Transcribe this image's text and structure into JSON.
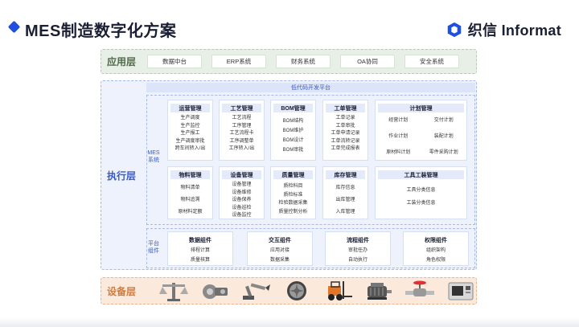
{
  "header": {
    "title": "MES制造数字化方案",
    "brand": "织信 Informat",
    "accent": "#1f4fe0"
  },
  "layers": {
    "app": {
      "label": "应用层",
      "items": [
        "数据中台",
        "ERP系统",
        "财务系统",
        "OA协同",
        "安全系统"
      ]
    },
    "exec": {
      "label": "执行层",
      "lowcode": "低代码开发平台",
      "mes_label": "MES系统",
      "platform_label": "平台组件",
      "mes_modules": [
        {
          "title": "运营管理",
          "items": [
            "生产调度",
            "生产监控",
            "生产报工",
            "生产调度审批",
            "跨车间转入/出"
          ]
        },
        {
          "title": "工艺管理",
          "items": [
            "工艺流程",
            "工序管理",
            "工艺流程卡",
            "工序调整单",
            "工序转入/出"
          ]
        },
        {
          "title": "BOM管理",
          "items": [
            "BOM结构",
            "BOM维护",
            "BOM设计",
            "BOM审批"
          ]
        },
        {
          "title": "工单管理",
          "items": [
            "工单记录",
            "工单审批",
            "工单申请记录",
            "工单流转记录",
            "工单完成报表"
          ]
        },
        {
          "title": "计划管理",
          "items": [
            "经营计划",
            "交付计划",
            "作业计划",
            "装配计划",
            "原材料计划",
            "零件采购计划"
          ]
        },
        {
          "title": "物料管理",
          "items": [
            "物料清单",
            "物料追溯",
            "原材料定额"
          ]
        },
        {
          "title": "设备管理",
          "items": [
            "设备管理",
            "设备维修",
            "设备保养",
            "设备巡检",
            "设备监控"
          ]
        },
        {
          "title": "质量管理",
          "items": [
            "质检科目",
            "质检标准",
            "检验数据采集",
            "质量控制分析"
          ]
        },
        {
          "title": "库存管理",
          "items": [
            "库存信息",
            "出库管理",
            "入库管理"
          ]
        },
        {
          "title": "工具工装管理",
          "items": [
            "工具分类信息",
            "工装分类信息"
          ]
        }
      ],
      "platform_modules": [
        {
          "title": "数据组件",
          "items": [
            "排程计算",
            "质量核算"
          ]
        },
        {
          "title": "交互组件",
          "items": [
            "应用对接",
            "数据采集"
          ]
        },
        {
          "title": "流程组件",
          "items": [
            "审批任办",
            "自动执行"
          ]
        },
        {
          "title": "权限组件",
          "items": [
            "组织架构",
            "角色权限"
          ]
        }
      ]
    },
    "device": {
      "label": "设备层",
      "icons": [
        "scale-icon",
        "machine-part-icon",
        "robot-arm-icon",
        "turbine-icon",
        "forklift-icon",
        "motor-icon",
        "valve-icon",
        "cnc-machine-icon"
      ]
    }
  }
}
